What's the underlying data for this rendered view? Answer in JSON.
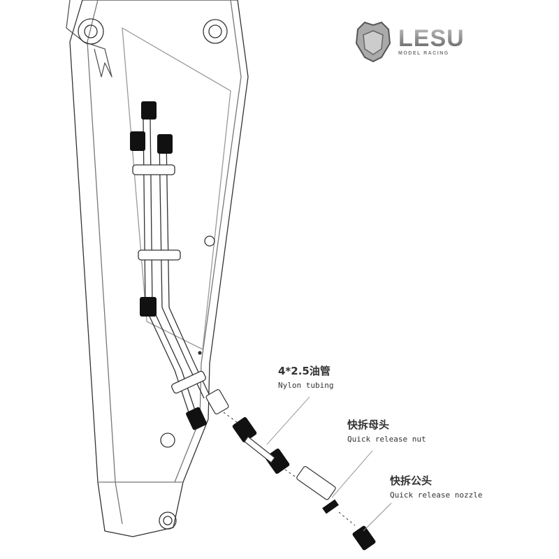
{
  "logo": {
    "brand": "LESU",
    "tagline": "MODEL RACING"
  },
  "callouts": [
    {
      "zh": "4*2.5油管",
      "en": "Nylon tubing"
    },
    {
      "zh": "快拆母头",
      "en": "Quick release nut"
    },
    {
      "zh": "快拆公头",
      "en": "Quick release nozzle"
    }
  ]
}
